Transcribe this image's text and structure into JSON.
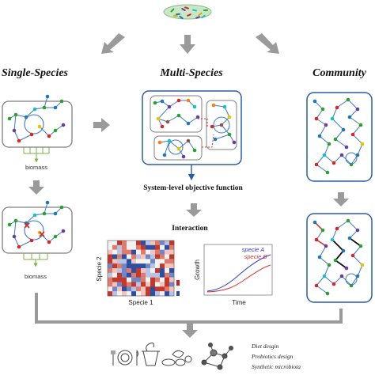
{
  "columns": {
    "single": "Single-Species",
    "multi": "Multi-Species",
    "community": "Community"
  },
  "biomass_label": "biomass",
  "objective_label": "System-level objective function",
  "interaction_label": "Interaction",
  "heatmap": {
    "xlabel": "Specie 1",
    "ylabel": "Specie 2",
    "colors": {
      "high": "#d7191c",
      "low": "#2c4fa3",
      "mid": "#f2f2f2"
    }
  },
  "growth_plot": {
    "ylabel": "Growth",
    "xlabel": "Time",
    "series": [
      {
        "name": "specie A",
        "color": "#2a3ad1"
      },
      {
        "name": "specie B",
        "color": "#e0312f"
      }
    ]
  },
  "applications": [
    "Diet desgin",
    "Probiotics design",
    "Synthetic microbiota"
  ],
  "palette": {
    "box_gray": "#7f7f7f",
    "box_blue": "#2a5da8",
    "arrow": "#9a9a9a",
    "edge": "#3a7bbf",
    "flux_red": "#d62728",
    "link_red": "#e03030"
  }
}
